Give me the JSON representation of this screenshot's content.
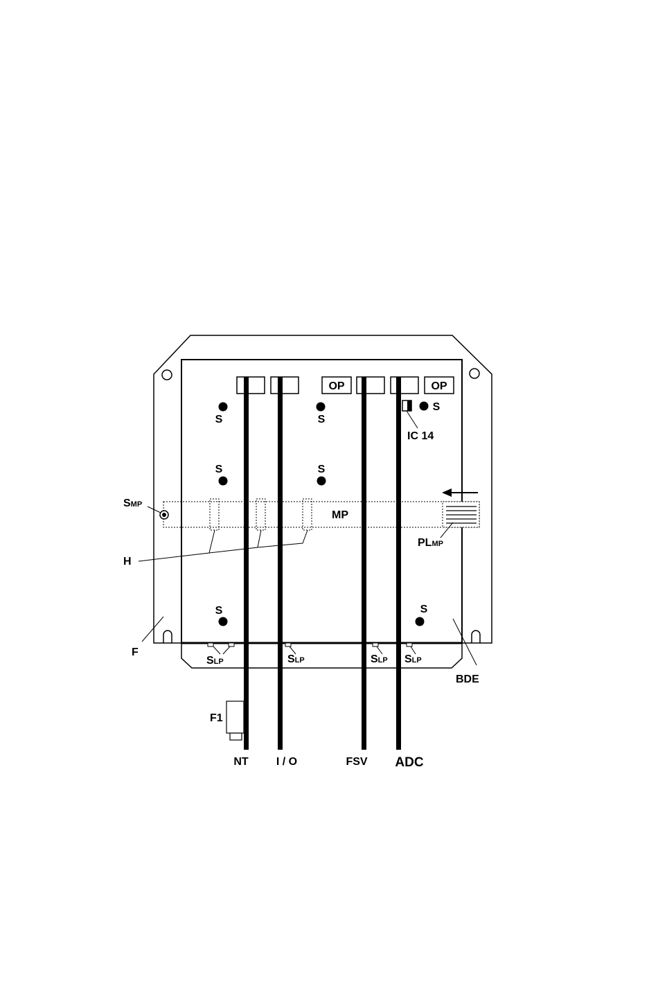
{
  "diagram": {
    "boards": {
      "op_left": "OP",
      "op_right": "OP",
      "mp": "MP"
    },
    "labels": {
      "s": "S",
      "ic14": "IC 14",
      "s_mp_main": "S",
      "s_mp_sub": "MP",
      "pl_mp_main": "PL",
      "pl_mp_sub": "MP",
      "h": "H",
      "f": "F",
      "bde": "BDE",
      "f1": "F1",
      "s_lp_main": "S",
      "s_lp_sub": "LP"
    },
    "cables": {
      "nt": "NT",
      "io": "I / O",
      "fsv": "FSV",
      "adc": "ADC"
    }
  }
}
